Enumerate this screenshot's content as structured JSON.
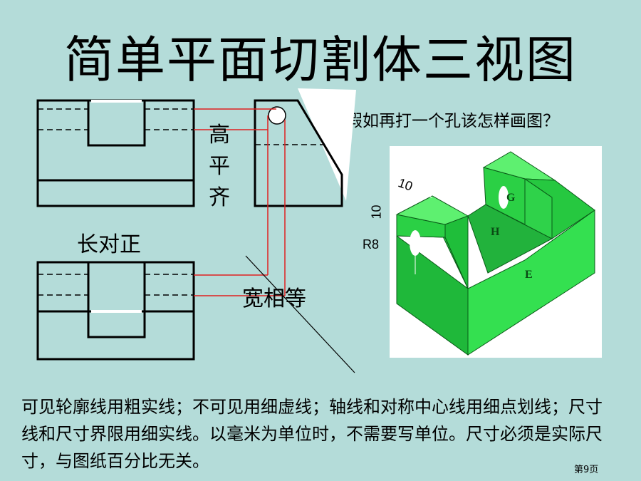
{
  "slide": {
    "title": "简单平面切割体三视图",
    "question": "假如再打一个孔该怎样画图？",
    "labels": {
      "high_level": [
        "高",
        "平",
        "齐"
      ],
      "long_aligned": "长对正",
      "wide_equal": "宽相等"
    },
    "iso_dims": {
      "dim_10_top": "10",
      "dim_10_side": "10",
      "dim_r8": "R8"
    },
    "face_labels": {
      "g": "G",
      "h": "H",
      "e": "E"
    },
    "description": "可见轮廓线用粗实线；不可见用细虚线；轴线和对称中心线用细点划线；尺寸线和尺寸界限用细实线。以毫米为单位时，不需要写单位。尺寸必须是实际尺寸，与图纸百分比无关。",
    "page_number": "第9页"
  },
  "colors": {
    "background": "#b4dcd9",
    "projection_line": "#e02020",
    "solid_green": "#2ee04a"
  }
}
